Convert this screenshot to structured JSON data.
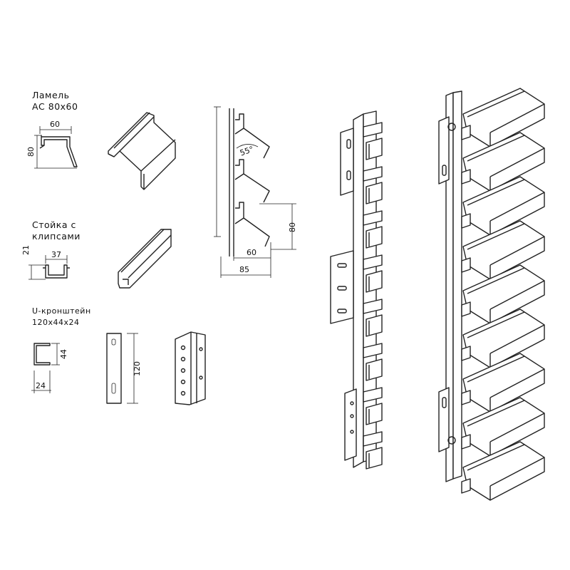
{
  "labels": {
    "lamel_title": "Ламель",
    "lamel_model": "АС 80х60",
    "stoyka_line1": "Стойка с",
    "stoyka_line2": "клипсами",
    "bracket_line1": "U-кронштейн",
    "bracket_line2": "120х44х24"
  },
  "dimensions": {
    "lamel_width": "60",
    "lamel_height": "80",
    "stoyka_height": "21",
    "stoyka_width": "37",
    "bracket_height": "44",
    "bracket_width": "24",
    "bracket_length": "120",
    "assembly_angle": "55°",
    "assembly_height": "80",
    "assembly_width": "60",
    "assembly_total": "85"
  }
}
